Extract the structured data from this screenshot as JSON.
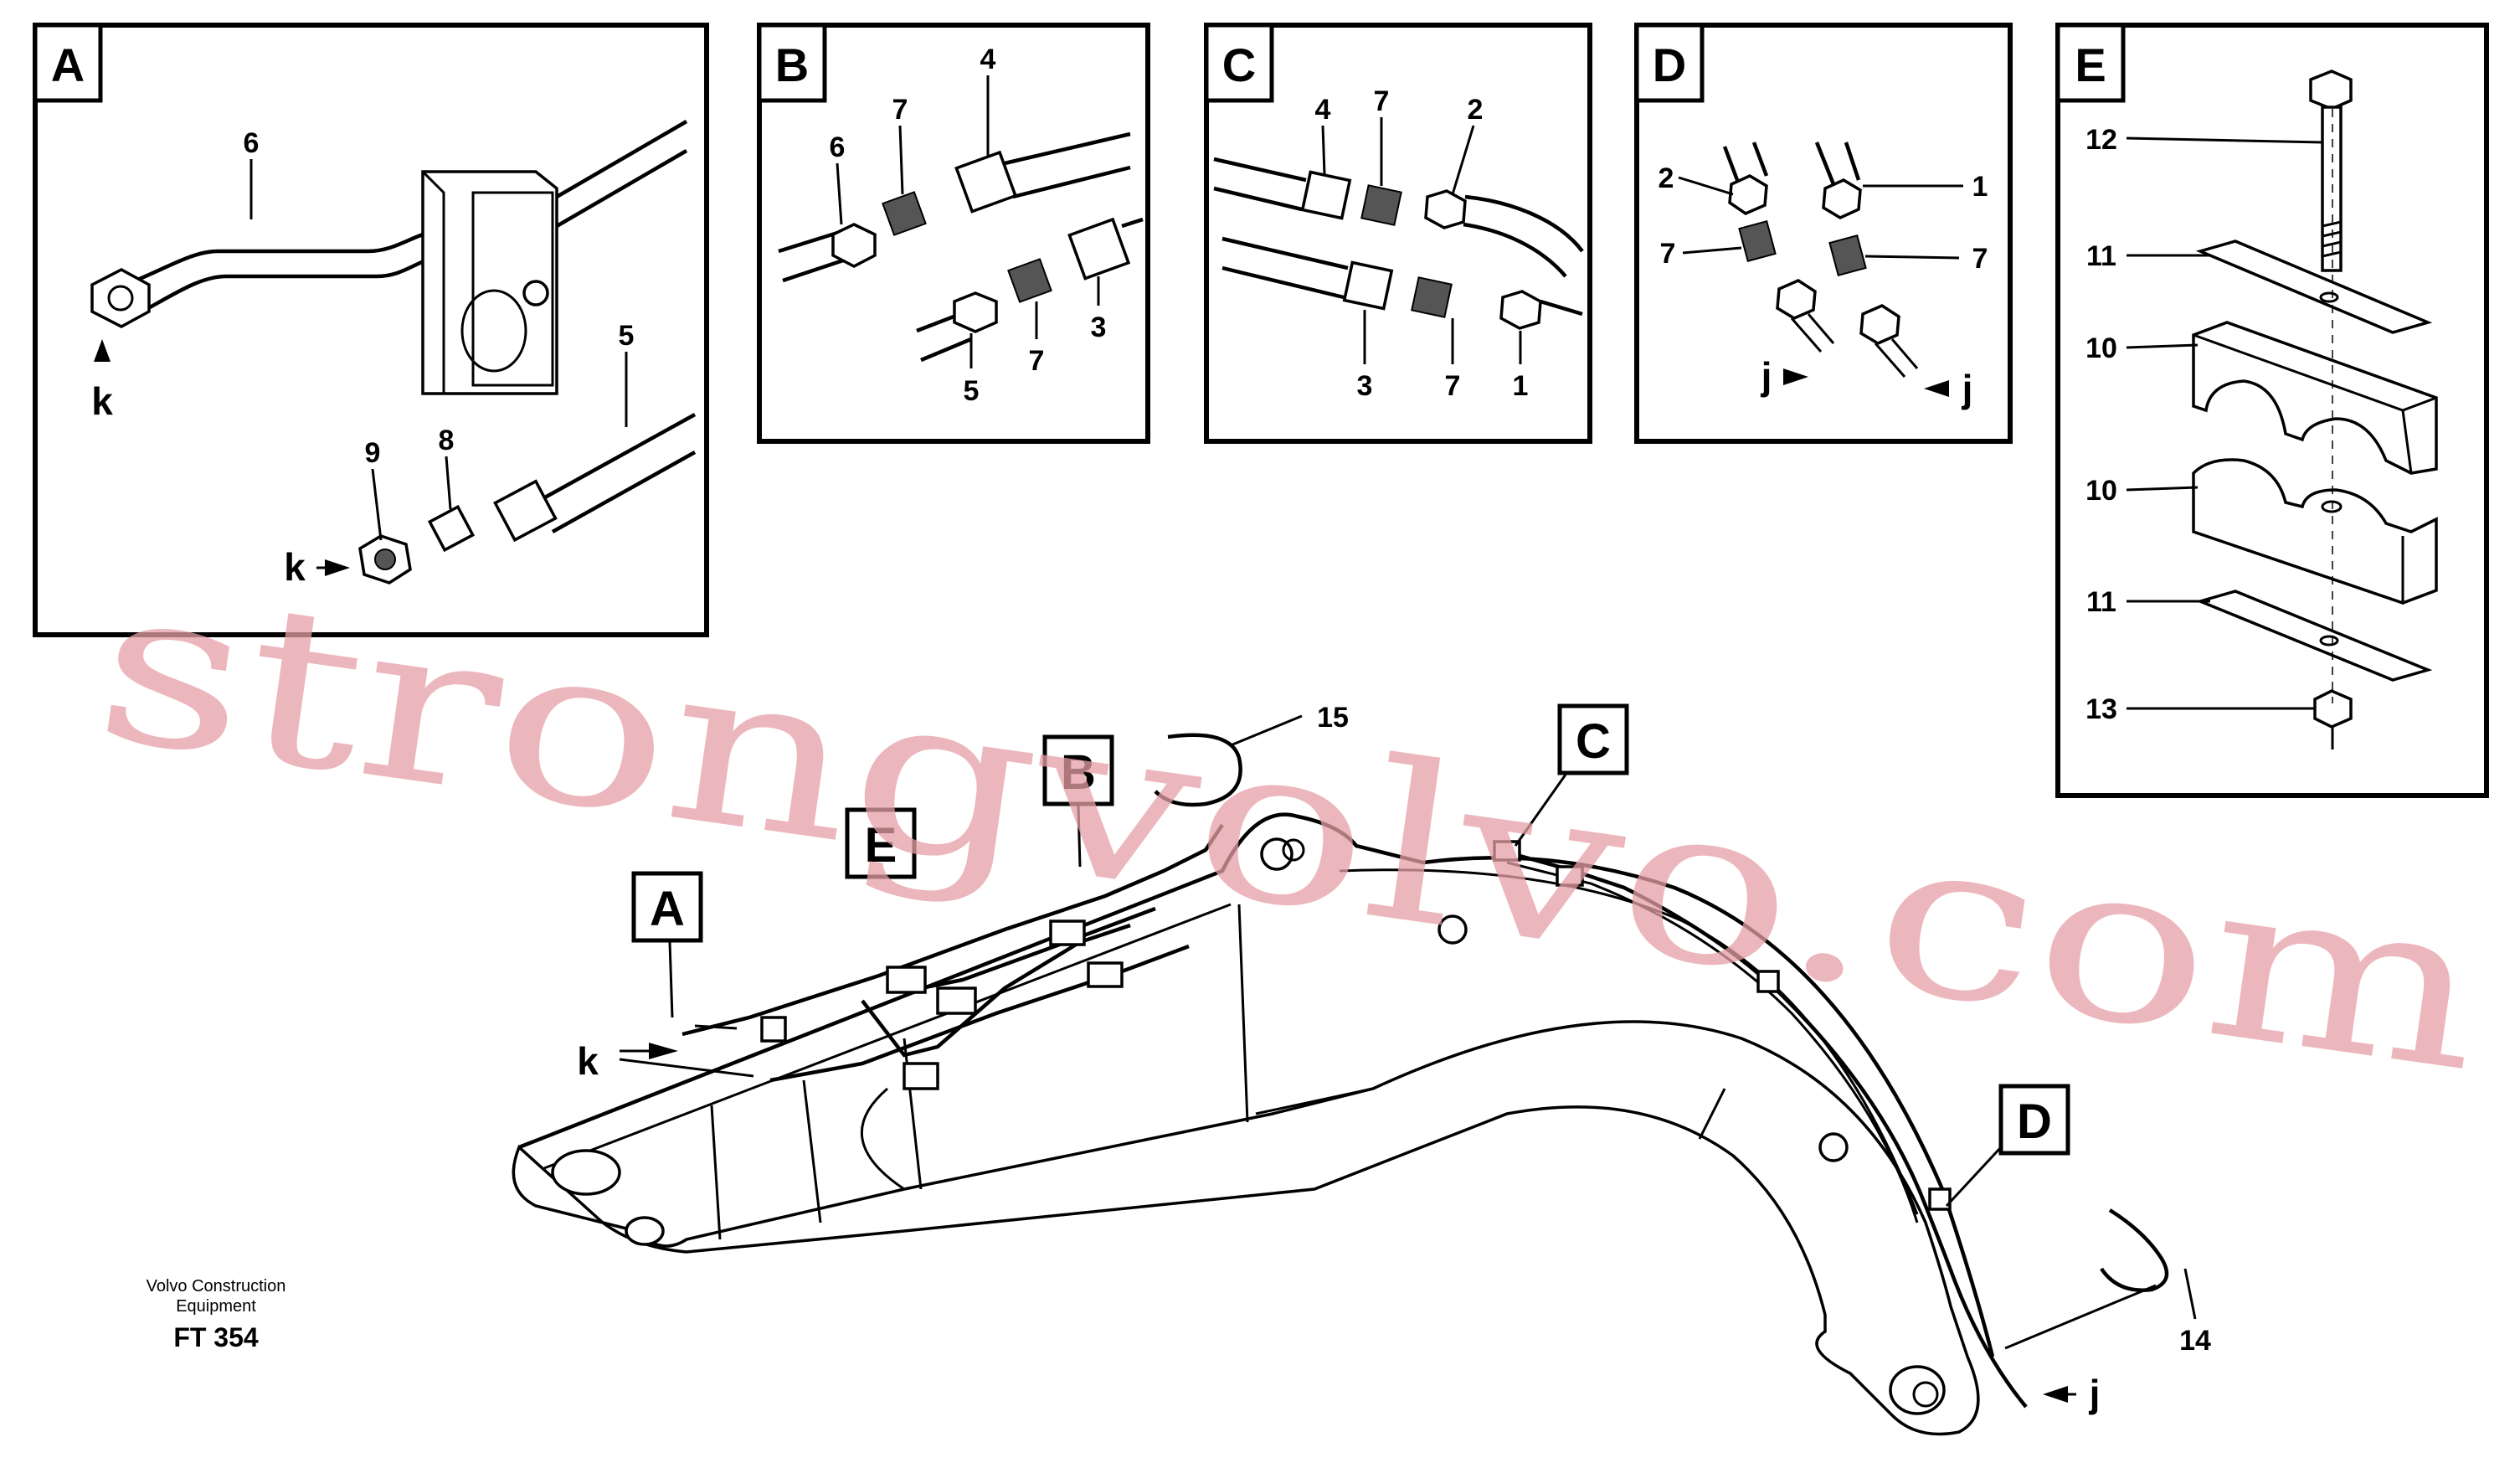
{
  "panels": {
    "A": {
      "letter": "A",
      "callouts": {
        "c6": "6",
        "c5": "5",
        "c9": "9",
        "c8": "8"
      },
      "marker_top": "k",
      "marker_bottom": "k"
    },
    "B": {
      "letter": "B",
      "callouts": {
        "c6": "6",
        "c7a": "7",
        "c4": "4",
        "c5": "5",
        "c7b": "7",
        "c3": "3"
      }
    },
    "C": {
      "letter": "C",
      "callouts": {
        "c4": "4",
        "c7a": "7",
        "c2": "2",
        "c3": "3",
        "c7b": "7",
        "c1": "1"
      }
    },
    "D": {
      "letter": "D",
      "callouts": {
        "c2": "2",
        "c1": "1",
        "c7a": "7",
        "c7b": "7"
      },
      "marker_left": "j",
      "marker_right": "j"
    },
    "E": {
      "letter": "E",
      "callouts": {
        "c12": "12",
        "c11a": "11",
        "c10a": "10",
        "c10b": "10",
        "c11b": "11",
        "c13": "13"
      }
    }
  },
  "main": {
    "labels": {
      "A": "A",
      "B": "B",
      "C": "C",
      "D": "D",
      "E": "E"
    },
    "callouts": {
      "c15": "15",
      "c14": "14"
    },
    "marker_k": "k",
    "marker_j": "j"
  },
  "footer": {
    "line1": "Volvo Construction",
    "line2": "Equipment",
    "code": "FT 354"
  },
  "watermark": "strongvolvo.com"
}
